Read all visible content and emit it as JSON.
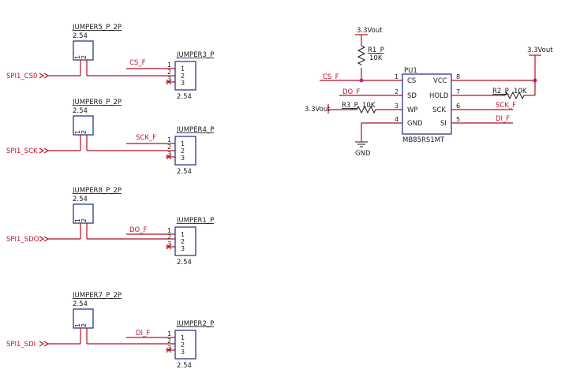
{
  "jumper_groups": [
    {
      "jp2": {
        "ref": "JUMPER5_P_2P",
        "pitch": "2.54",
        "pins": [
          "2",
          "1"
        ]
      },
      "jp3": {
        "ref": "JUMPER3_P",
        "pitch": "2.54",
        "pins": [
          "1",
          "2",
          "3"
        ]
      },
      "port": "SPI1_CS0",
      "net": "CS_F"
    },
    {
      "jp2": {
        "ref": "JUMPER6_P_2P",
        "pitch": "2.54",
        "pins": [
          "2",
          "1"
        ]
      },
      "jp3": {
        "ref": "JUMPER4_P",
        "pitch": "2.54",
        "pins": [
          "1",
          "2",
          "3"
        ]
      },
      "port": "SPI1_SCK",
      "net": "SCK_F"
    },
    {
      "jp2": {
        "ref": "JUMPER8_P_2P",
        "pitch": "2.54",
        "pins": [
          "2",
          "1"
        ]
      },
      "jp3": {
        "ref": "JUMPER1_P",
        "pitch": "2.54",
        "pins": [
          "1",
          "2",
          "3"
        ]
      },
      "port": "SPI1_SDO",
      "net": "DO_F"
    },
    {
      "jp2": {
        "ref": "JUMPER7_P_2P",
        "pitch": "2.54",
        "pins": [
          "2",
          "1"
        ]
      },
      "jp3": {
        "ref": "JUMPER2_P",
        "pitch": "2.54",
        "pins": [
          "1",
          "2",
          "3"
        ]
      },
      "port": "SPI1_SDI",
      "net": "DI_F"
    }
  ],
  "ic": {
    "ref": "PU1",
    "part": "MB85RS1MT",
    "left_pins": [
      {
        "num": "1",
        "name": "CS",
        "net": "CS_F"
      },
      {
        "num": "2",
        "name": "SD",
        "net": "DO_F"
      },
      {
        "num": "3",
        "name": "WP",
        "net": ""
      },
      {
        "num": "4",
        "name": "GND",
        "net": ""
      }
    ],
    "right_pins": [
      {
        "num": "8",
        "name": "VCC",
        "net": ""
      },
      {
        "num": "7",
        "name": "HOLD",
        "net": ""
      },
      {
        "num": "6",
        "name": "SCK",
        "net": "SCK_F"
      },
      {
        "num": "5",
        "name": "SI",
        "net": "DI_F"
      }
    ]
  },
  "r1": {
    "ref": "R1_P",
    "value": "10K"
  },
  "r2": {
    "ref": "R2_P",
    "value": "10K"
  },
  "r3": {
    "ref": "R3_P",
    "value": "10K"
  },
  "power": {
    "top": "3.3Vout",
    "right": "3.3Vout",
    "wp": "3.3Vout",
    "gnd": "GND"
  },
  "colors": {
    "wire": "#b01020",
    "body": "#1a2a7a",
    "junction": "#d0189a"
  }
}
